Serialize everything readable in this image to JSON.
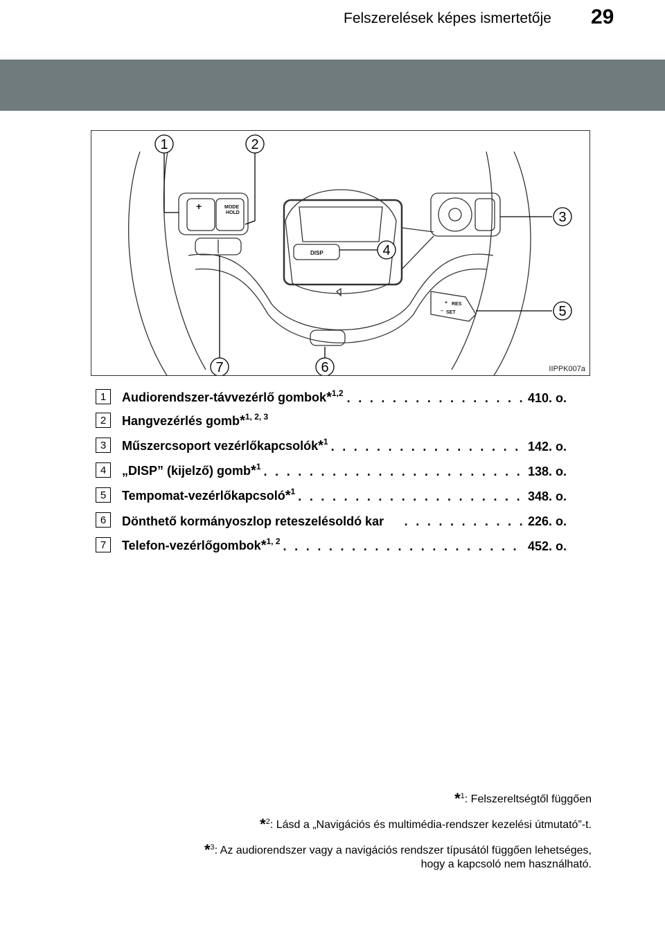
{
  "header": {
    "section_title": "Felszerelések képes ismertetője",
    "page_number": "29"
  },
  "figure": {
    "code": "IIPPK007a",
    "callouts": [
      "1",
      "2",
      "3",
      "4",
      "5",
      "6",
      "7"
    ],
    "button_labels": {
      "disp": "DISP",
      "mode": "MODE",
      "hold": "HOLD",
      "res": "RES",
      "set": "SET",
      "plus": "+",
      "minus": "–"
    }
  },
  "items": [
    {
      "num": "1",
      "text": "Audiorendszer-távvezérlő gombok",
      "star": "*",
      "sup": "1,2",
      "dots": ". . . . . . . . . . . . . . . .",
      "page": "410. o."
    },
    {
      "num": "2",
      "text": "Hangvezérlés gomb",
      "star": "*",
      "sup": "1, 2, 3",
      "dots": "",
      "page": ""
    },
    {
      "num": "3",
      "text": "Műszercsoport vezérlőkapcsolók",
      "star": "*",
      "sup": "1",
      "dots": ". . . . . . . . . . . . . . . . . .",
      "page": "142. o."
    },
    {
      "num": "4",
      "text": "„DISP” (kijelző) gomb",
      "star": "*",
      "sup": "1",
      "dots": ". . . . . . . . . . . . . . . . . . . . . . . . . . .",
      "page": "138. o."
    },
    {
      "num": "5",
      "text": "Tempomat-vezérlőkapcsoló",
      "star": "*",
      "sup": "1",
      "dots": ". . . . . . . . . . . . . . . . . . . . . .",
      "page": "348. o."
    },
    {
      "num": "6",
      "text": "Dönthető kormányoszlop reteszelésoldó kar",
      "star": "",
      "sup": "",
      "dots": ". . . . . . . . . . .",
      "page": "226. o."
    },
    {
      "num": "7",
      "text": "Telefon-vezérlőgombok",
      "star": "*",
      "sup": "1, 2",
      "dots": ". . . . . . . . . . . . . . . . . . . . . . . .",
      "page": "452. o."
    }
  ],
  "footnotes": [
    {
      "star": "*",
      "sup": "1",
      "text": ": Felszereltségtől függően"
    },
    {
      "star": "*",
      "sup": "2",
      "text": ": Lásd a „Navigációs és multimédia-rendszer kezelési útmutató”-t."
    },
    {
      "star": "*",
      "sup": "3",
      "text": ": Az audiorendszer vagy a navigációs rendszer típusától függően lehetséges,",
      "text2": "hogy a kapcsoló nem használható."
    }
  ]
}
